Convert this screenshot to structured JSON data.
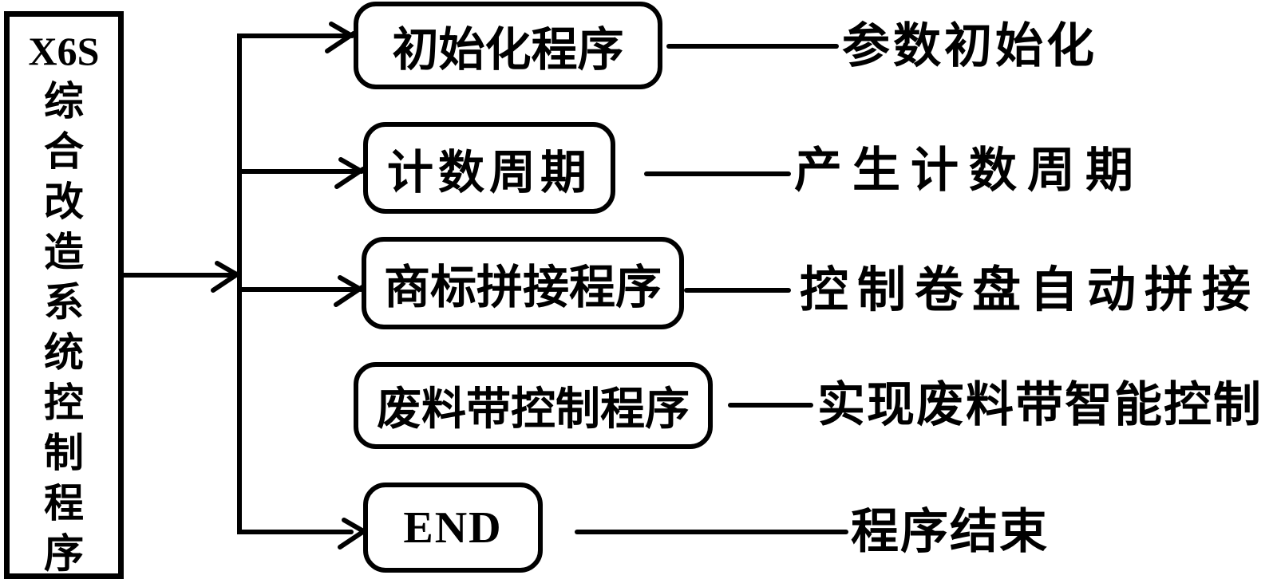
{
  "page": {
    "background_color": "#ffffff",
    "ink_color": "#000000"
  },
  "flowchart": {
    "root": {
      "label": "X6S综合改造系统控制程序",
      "lines": [
        "X6S",
        "综",
        "合",
        "改",
        "造",
        "系",
        "统",
        "控",
        "制",
        "程",
        "序"
      ]
    },
    "branches": [
      {
        "box": "初始化程序",
        "description": "参数初始化"
      },
      {
        "box": "计数周期",
        "description": "产生计数周期"
      },
      {
        "box": "商标拼接程序",
        "description": "控制卷盘自动拼接"
      },
      {
        "box": "废料带控制程序",
        "description": "实现废料带智能控制"
      },
      {
        "box": "END",
        "description": "程序结束"
      }
    ]
  }
}
